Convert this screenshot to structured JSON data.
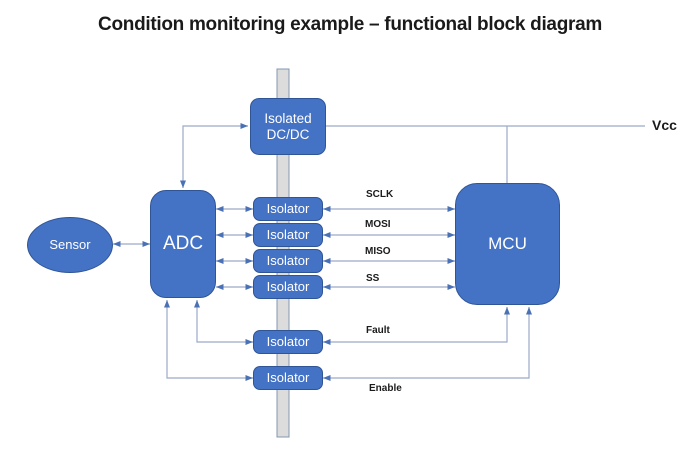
{
  "title": "Condition monitoring example – functional block diagram",
  "blocks": {
    "sensor": {
      "label": "Sensor"
    },
    "adc": {
      "label": "ADC"
    },
    "isolated_dcdc": {
      "line1": "Isolated",
      "line2": "DC/DC"
    },
    "mcu": {
      "label": "MCU"
    },
    "isolators": [
      {
        "label": "Isolator",
        "signal": "SCLK"
      },
      {
        "label": "Isolator",
        "signal": "MOSI"
      },
      {
        "label": "Isolator",
        "signal": "MISO"
      },
      {
        "label": "Isolator",
        "signal": "SS"
      },
      {
        "label": "Isolator",
        "signal": "Fault"
      },
      {
        "label": "Isolator",
        "signal": "Enable"
      }
    ]
  },
  "signal_labels": {
    "sclk": "SCLK",
    "mosi": "MOSI",
    "miso": "MISO",
    "ss": "SS",
    "fault": "Fault",
    "enable": "Enable",
    "vcc": "Vcc"
  },
  "colors": {
    "block_fill": "#4472c4",
    "block_border": "#2f5597",
    "block_text": "#ffffff",
    "connector_line": "#9aabc7",
    "arrowhead": "#4a70b5",
    "barrier_fill": "#dcdcdc",
    "barrier_border": "#8497b0",
    "title_text": "#1a1a1a"
  }
}
